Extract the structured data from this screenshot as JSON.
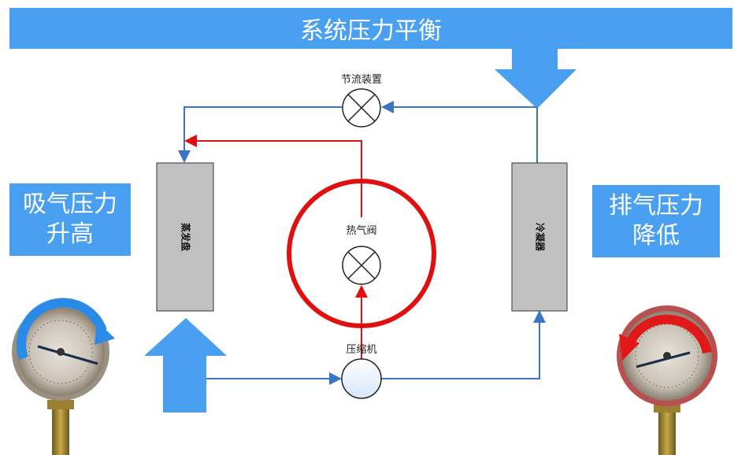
{
  "banner": {
    "title": "系统压力平衡"
  },
  "left_box": {
    "line1": "吸气压力",
    "line2": "升高"
  },
  "right_box": {
    "line1": "排气压力",
    "line2": "降低"
  },
  "components": {
    "throttle": "节流装置",
    "hot_gas_valve": "热气阀",
    "compressor": "压缩机",
    "evaporator": "蒸发盘",
    "condenser": "冷凝器"
  },
  "colors": {
    "blue_accent": "#4aa0f0",
    "pipe_blue": "#3a74c4",
    "hot_red": "#e01010",
    "component_gray": "#c0c0c0"
  },
  "icons": [
    "pressure-gauge-low-side",
    "pressure-gauge-high-side",
    "up-arrow",
    "down-arrow",
    "valve-cross-symbol",
    "clockwise-arrow",
    "counterclockwise-arrow"
  ]
}
